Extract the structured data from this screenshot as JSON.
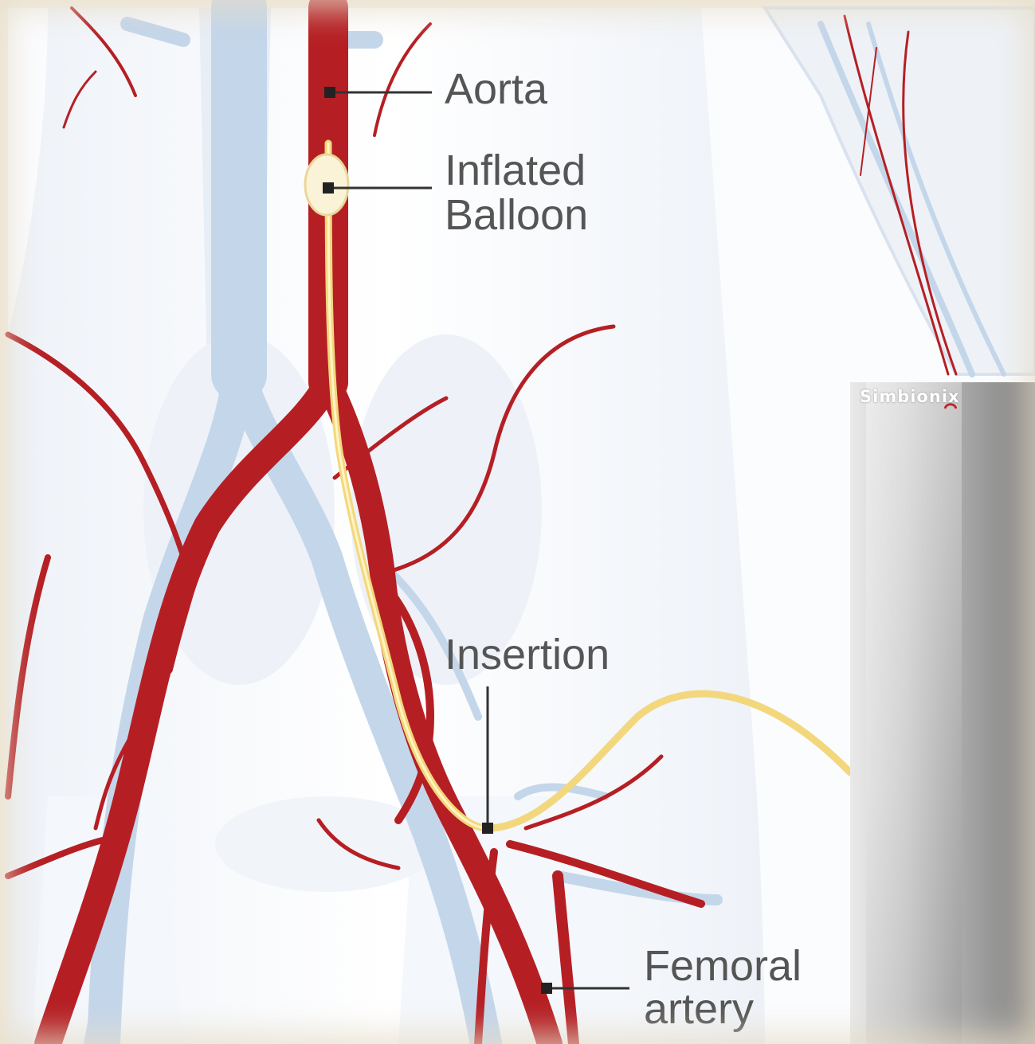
{
  "labels": {
    "aorta": "Aorta",
    "balloon_line1": "Inflated",
    "balloon_line2": "Balloon",
    "insertion": "Insertion",
    "femoral_line1": "Femoral",
    "femoral_line2": "artery"
  },
  "watermark": "Simbionix",
  "colors": {
    "artery": "#b51f24",
    "vein": "#c4d6ea",
    "catheter": "#f3d77d",
    "body": "#fbfcfe",
    "leader": "#333333"
  }
}
